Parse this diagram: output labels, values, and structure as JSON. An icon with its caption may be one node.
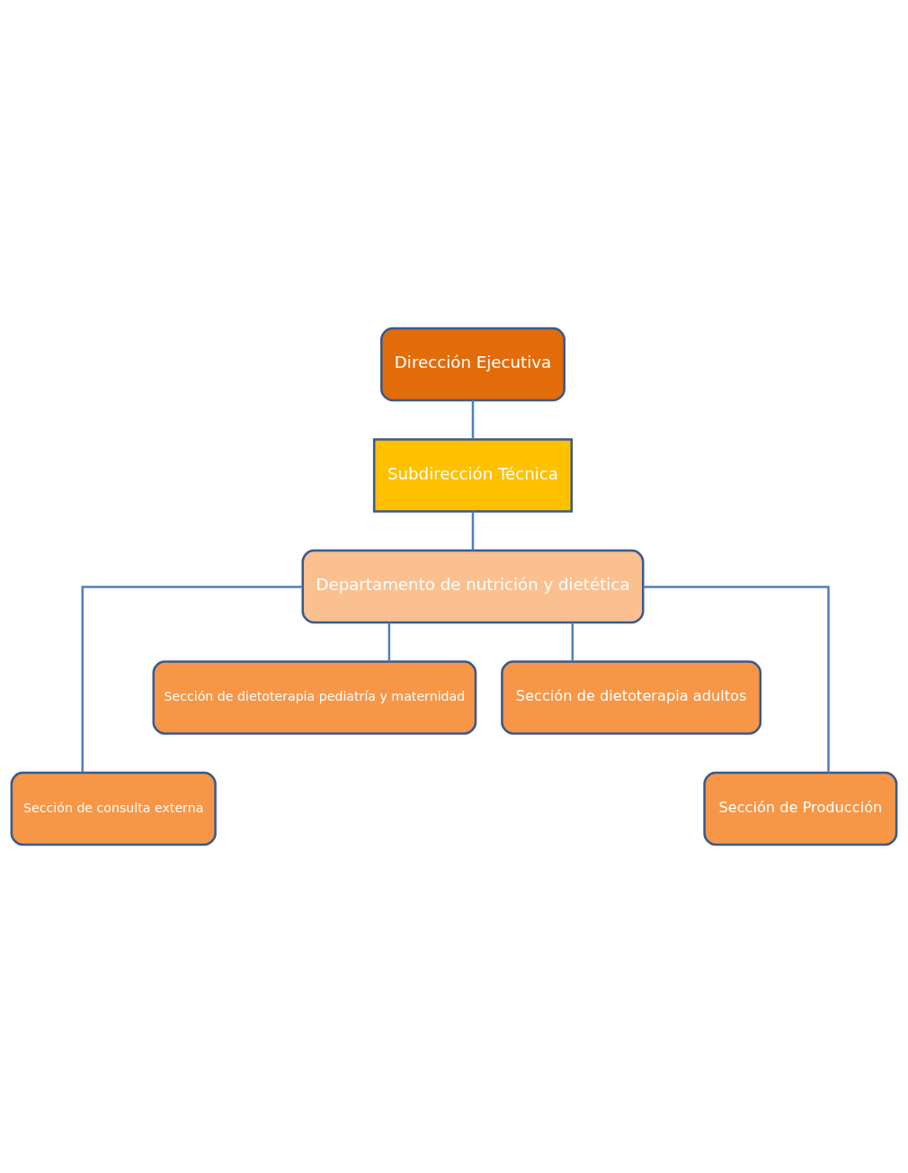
{
  "diagram": {
    "nodes": [
      {
        "text": [
          "Dirección Ejecutiva"
        ]
      },
      {
        "text": [
          "Subdirección Técnica"
        ]
      },
      {
        "text": [
          "Departamento de nutrición y dietética"
        ]
      },
      {
        "text": [
          "Sección de dietoterapia pediatría y maternidad"
        ]
      },
      {
        "text": [
          "Sección de dietoterapia adultos"
        ]
      },
      {
        "text": [
          "Sección de consulta externa"
        ]
      },
      {
        "text": [
          "Sección de Producción"
        ]
      }
    ],
    "edges": [
      {
        "from": 0,
        "to": 1,
        "arrow": "none"
      },
      {
        "from": 1,
        "to": 2,
        "arrow": "none"
      },
      {
        "from": 2,
        "to": 3,
        "arrow": "none"
      },
      {
        "from": 2,
        "to": 4,
        "arrow": "none"
      },
      {
        "from": 2,
        "to": 5,
        "arrow": "none"
      },
      {
        "from": 2,
        "to": 6,
        "arrow": "none"
      }
    ]
  }
}
